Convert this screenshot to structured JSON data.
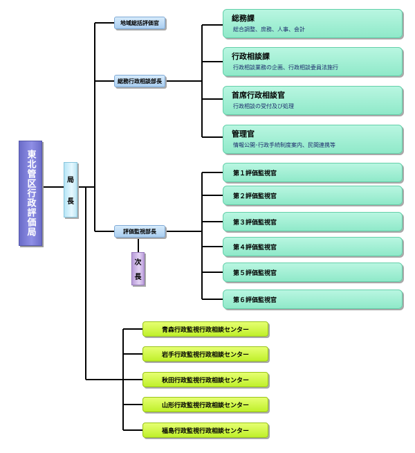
{
  "root": {
    "label": "東北管区行政評価局"
  },
  "director": {
    "chars": [
      "局",
      "長"
    ]
  },
  "deputy": {
    "chars": [
      "次",
      "長"
    ]
  },
  "mid_nodes": {
    "regional_inspector": "地域総括評価官",
    "admin_counsel_director": "総務行政相談部長",
    "evaluation_director": "評価監視部長"
  },
  "admin_units": [
    {
      "title": "総務課",
      "desc": "総合調整、庶務、人事、会計"
    },
    {
      "title": "行政相談課",
      "desc": "行政相談業務の企画、行政相談委員法施行"
    },
    {
      "title": "首席行政相談官",
      "desc": "行政相談の受付及び処理"
    },
    {
      "title": "管理官",
      "desc": "情報公開･行政手続制度案内、民間連携等"
    }
  ],
  "evaluators": [
    "第１評価監視官",
    "第２評価監視官",
    "第３評価監視官",
    "第４評価監視官",
    "第５評価監視官",
    "第６評価監視官"
  ],
  "centers": [
    "青森行政監視行政相談センター",
    "岩手行政監視行政相談センター",
    "秋田行政監視行政相談センター",
    "山形行政監視行政相談センター",
    "福島行政監視行政相談センター"
  ]
}
